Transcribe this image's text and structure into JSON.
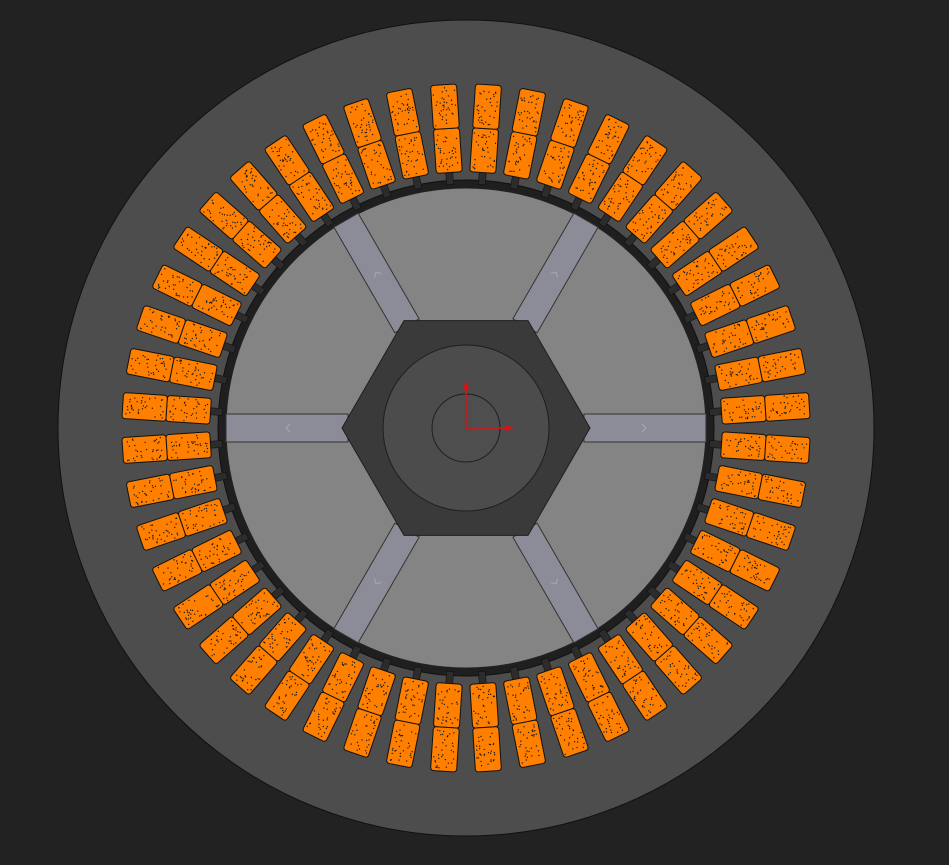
{
  "view": {
    "background": "#222222"
  },
  "stator": {
    "slot_count": 48,
    "layers_per_slot": 2,
    "core_color": "#4d4d4d",
    "bore_color": "#1f1f1f",
    "outline_color": "#111111"
  },
  "windings": {
    "fill_color": "#ff8000",
    "dot_color": "#1a1a1a",
    "outline_color": "#111111"
  },
  "rotor": {
    "pole_count": 6,
    "body_color": "#848484",
    "magnet_color": "#8b8c97",
    "hub_color": "#3a3a3a",
    "shaft_collar_color": "#4c4c4c",
    "shaft_color": "#4e4e4e"
  },
  "origin_triad": {
    "x_axis_color": "#dd1111",
    "y_axis_color": "#dd1111"
  }
}
